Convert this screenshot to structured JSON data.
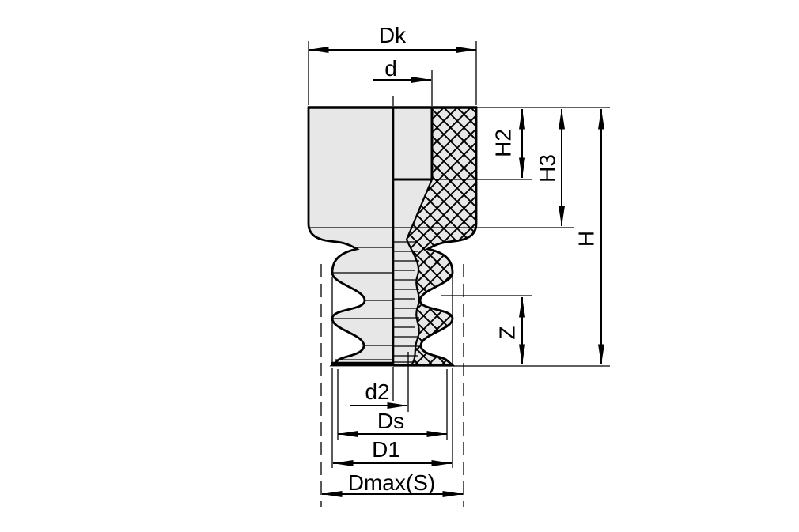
{
  "figure": {
    "labels": {
      "dk": "Dk",
      "d": "d",
      "h2": "H2",
      "h3": "H3",
      "h": "H",
      "z": "Z",
      "d2": "d2",
      "ds": "Ds",
      "d1": "D1",
      "dmax": "Dmax(S)"
    },
    "colors": {
      "body_fill": "#e7e7e7",
      "line_color": "#000000",
      "background": "#ffffff"
    }
  }
}
